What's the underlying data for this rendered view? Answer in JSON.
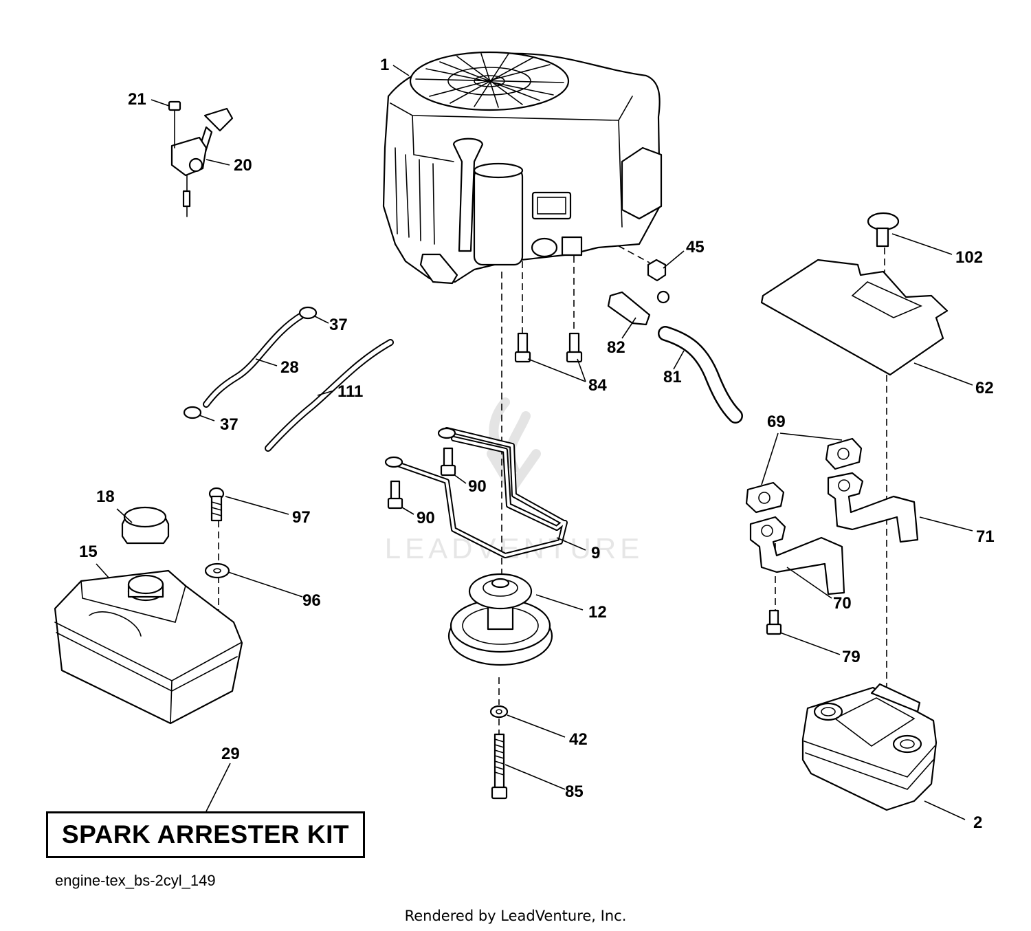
{
  "watermark": {
    "text": "LEADVENTURE"
  },
  "callouts": [
    {
      "id": "1",
      "label": "1"
    },
    {
      "id": "2",
      "label": "2"
    },
    {
      "id": "9",
      "label": "9"
    },
    {
      "id": "12",
      "label": "12"
    },
    {
      "id": "15",
      "label": "15"
    },
    {
      "id": "18",
      "label": "18"
    },
    {
      "id": "20",
      "label": "20"
    },
    {
      "id": "21",
      "label": "21"
    },
    {
      "id": "28",
      "label": "28"
    },
    {
      "id": "29",
      "label": "29"
    },
    {
      "id": "37a",
      "label": "37"
    },
    {
      "id": "37b",
      "label": "37"
    },
    {
      "id": "42",
      "label": "42"
    },
    {
      "id": "45",
      "label": "45"
    },
    {
      "id": "62",
      "label": "62"
    },
    {
      "id": "69",
      "label": "69"
    },
    {
      "id": "70",
      "label": "70"
    },
    {
      "id": "71",
      "label": "71"
    },
    {
      "id": "79",
      "label": "79"
    },
    {
      "id": "81",
      "label": "81"
    },
    {
      "id": "82",
      "label": "82"
    },
    {
      "id": "84",
      "label": "84"
    },
    {
      "id": "85",
      "label": "85"
    },
    {
      "id": "90a",
      "label": "90"
    },
    {
      "id": "90b",
      "label": "90"
    },
    {
      "id": "96",
      "label": "96"
    },
    {
      "id": "97",
      "label": "97"
    },
    {
      "id": "102",
      "label": "102"
    },
    {
      "id": "111",
      "label": "111"
    }
  ],
  "kit_label": "SPARK ARRESTER KIT",
  "diagram_code": "engine-tex_bs-2cyl_149",
  "render_credit": "Rendered by LeadVenture, Inc."
}
